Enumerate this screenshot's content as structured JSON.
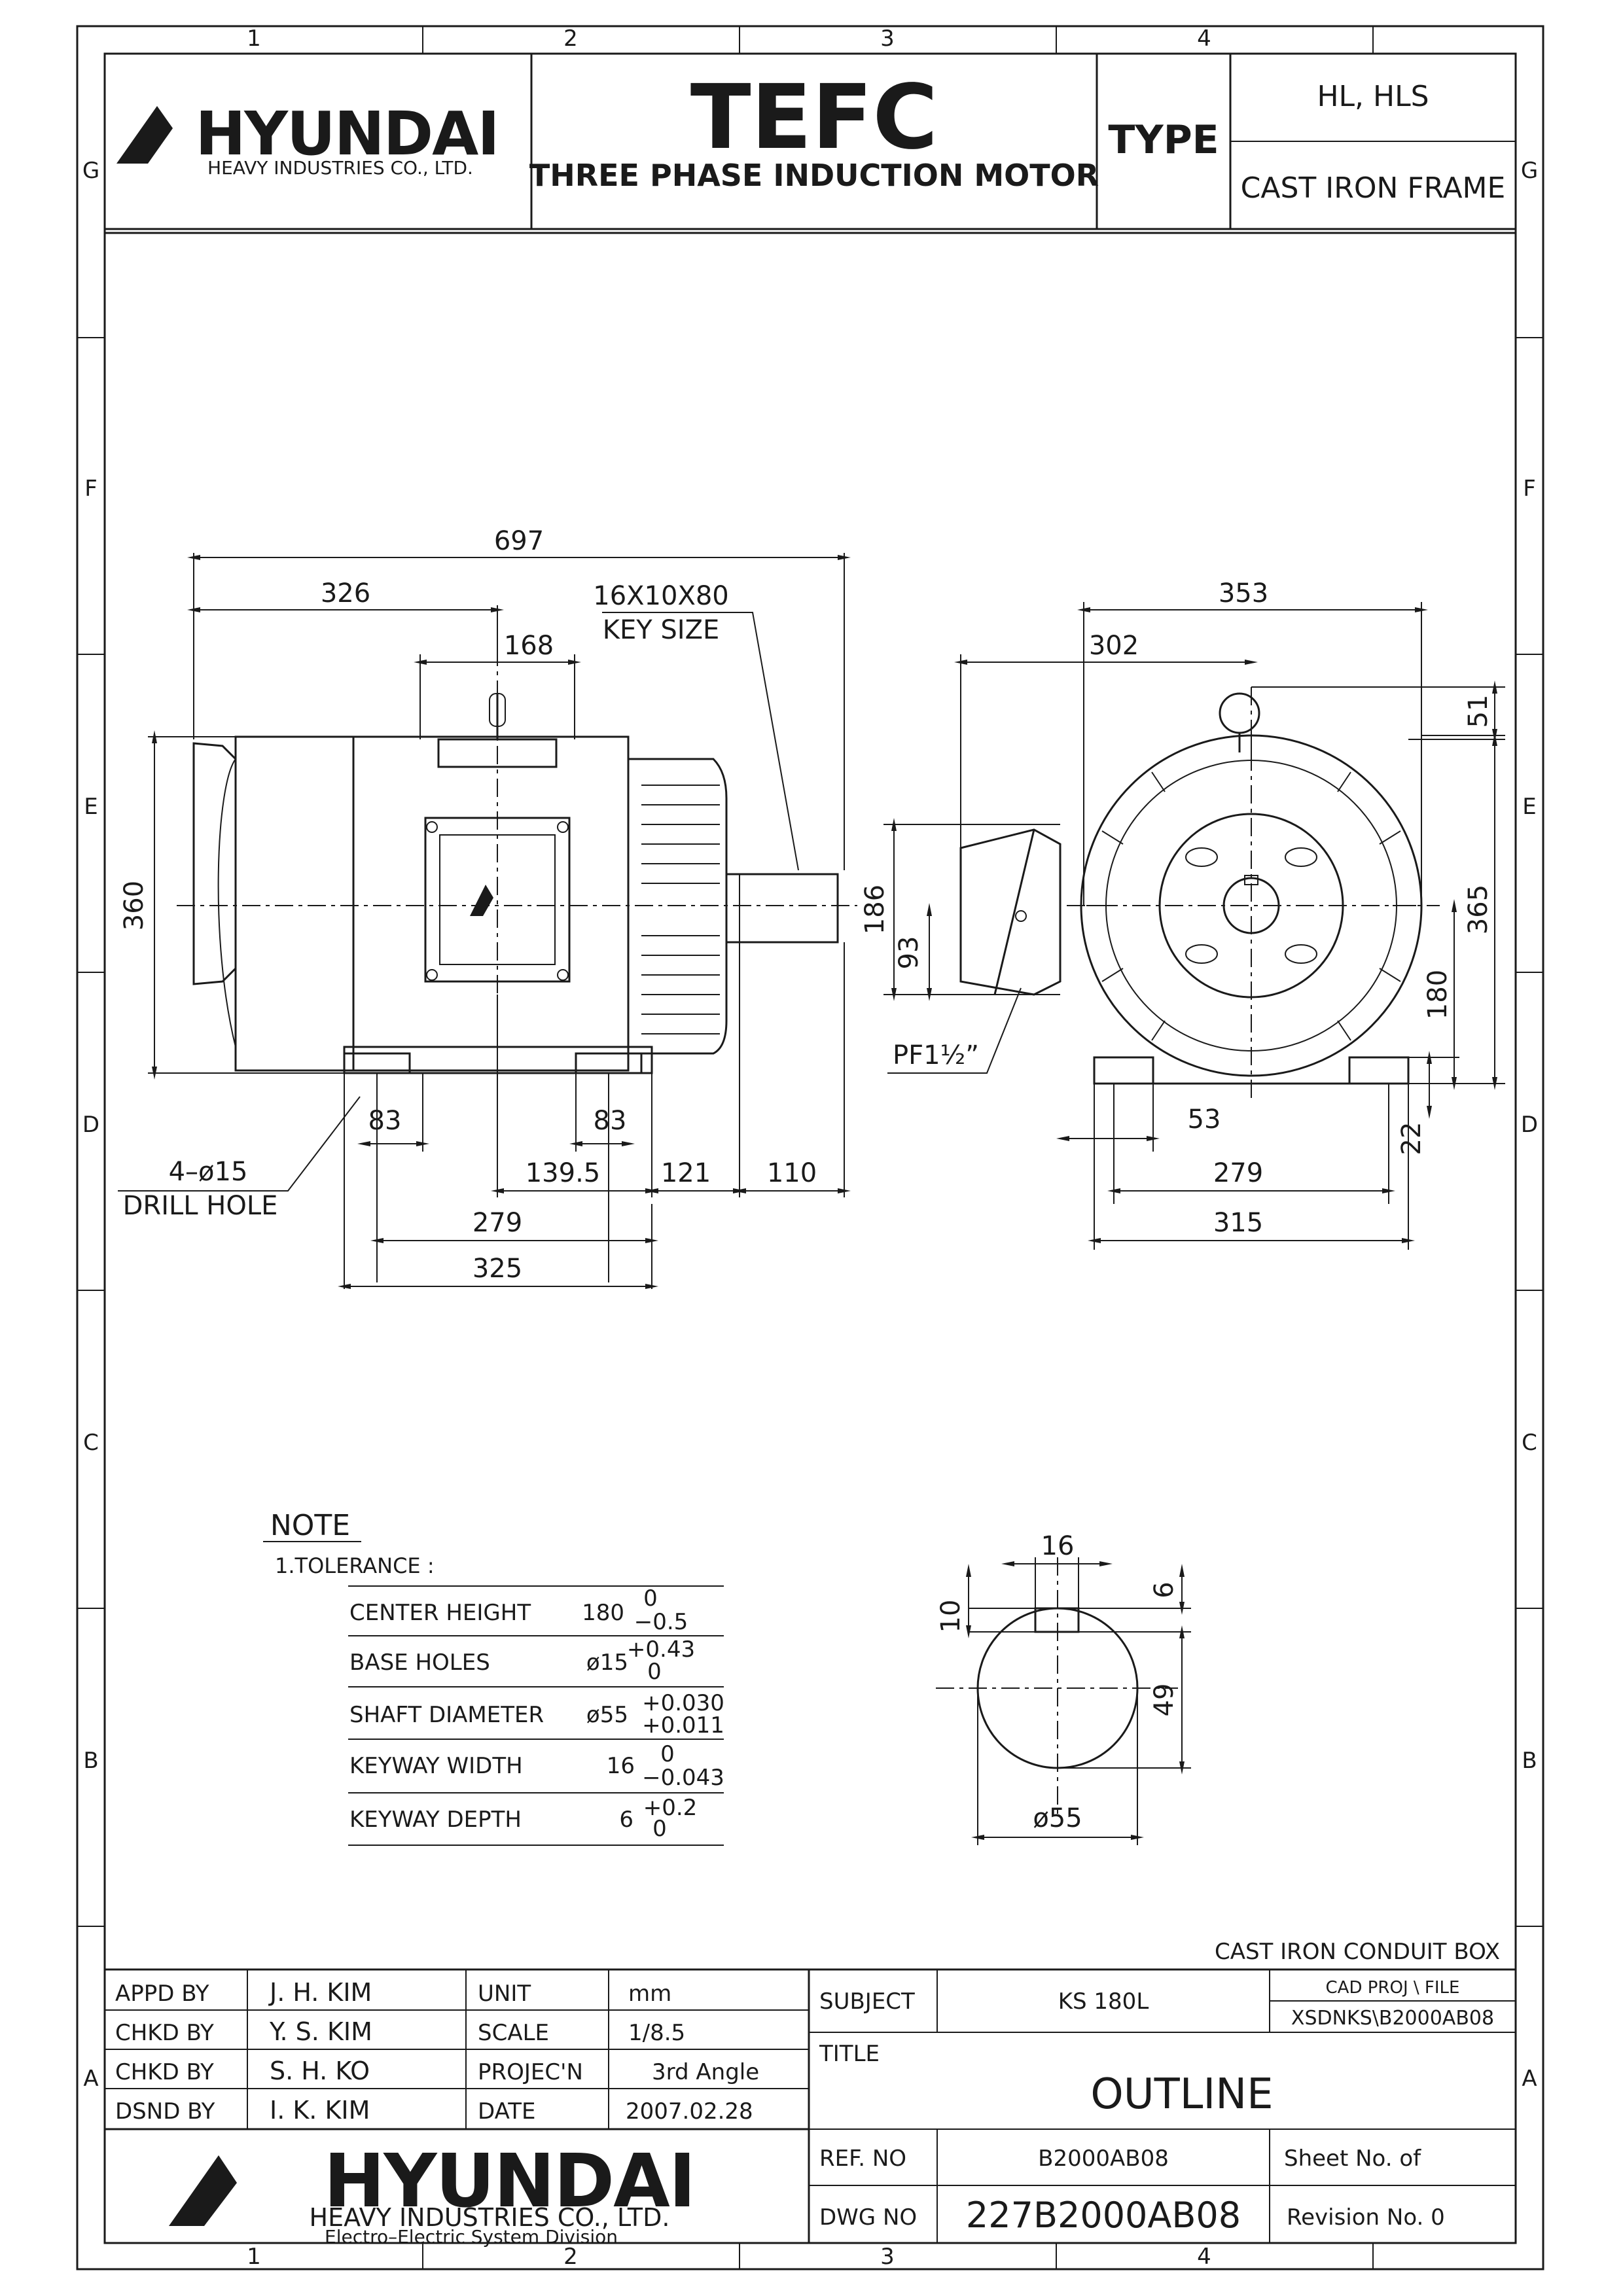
{
  "zone_cols": [
    "1",
    "2",
    "3",
    "4"
  ],
  "zone_rows": [
    "G",
    "F",
    "E",
    "D",
    "C",
    "B",
    "A"
  ],
  "header": {
    "brand": "HYUNDAI",
    "brand_sub": "HEAVY INDUSTRIES CO., LTD.",
    "title_big": "TEFC",
    "title_sub": "THREE PHASE INDUCTION MOTOR",
    "type_label": "TYPE",
    "type_value": "HL, HLS",
    "frame": "CAST IRON FRAME"
  },
  "side_view": {
    "overall": "697",
    "to_center": "326",
    "box_width": "168",
    "key_size_1": "16X10X80",
    "key_size_2": "KEY SIZE",
    "height": "360",
    "foot_left": "83",
    "foot_right": "83",
    "hole_count": "4–ø15",
    "drill_hole": "DRILL HOLE",
    "c_dim": "139.5",
    "shoulder": "121",
    "shaft_len": "110",
    "feet_span": "279",
    "feet_total": "325"
  },
  "end_view": {
    "width_total": "353",
    "box_offset": "302",
    "eye_bolt": "51",
    "box_height": "186",
    "box_center": "93",
    "height_total": "365",
    "center_height": "180",
    "conduit": "PF1½”",
    "foot_width": "53",
    "base_height": "22",
    "feet_span": "279",
    "feet_total": "315"
  },
  "shaft_section": {
    "key_width": "16",
    "key_depth": "6",
    "key_height": "10",
    "to_key": "49",
    "diameter": "ø55"
  },
  "note": {
    "heading": "NOTE",
    "tolerance_label": "1.TOLERANCE :",
    "rows": [
      {
        "label": "CENTER HEIGHT",
        "value": "180",
        "upper": "0",
        "lower": "−0.5"
      },
      {
        "label": "BASE HOLES",
        "value": "ø15",
        "upper": "+0.43",
        "lower": "0"
      },
      {
        "label": "SHAFT DIAMETER",
        "value": "ø55",
        "upper": "+0.030",
        "lower": "+0.011"
      },
      {
        "label": "KEYWAY WIDTH",
        "value": "16",
        "upper": "0",
        "lower": "−0.043"
      },
      {
        "label": "KEYWAY DEPTH",
        "value": "6",
        "upper": "+0.2",
        "lower": "0"
      }
    ]
  },
  "conduit_note": "CAST IRON CONDUIT BOX",
  "title_block": {
    "appd_label": "APPD BY",
    "appd_value": "J. H. KIM",
    "chkd1_label": "CHKD BY",
    "chkd1_value": "Y. S. KIM",
    "chkd2_label": "CHKD BY",
    "chkd2_value": "S. H. KO",
    "dsnd_label": "DSND BY",
    "dsnd_value": "I. K. KIM",
    "unit_label": "UNIT",
    "unit_value": "mm",
    "scale_label": "SCALE",
    "scale_value": "1/8.5",
    "proj_label": "PROJEC'N",
    "proj_value": "3rd Angle",
    "date_label": "DATE",
    "date_value": "2007.02.28",
    "subject_label": "SUBJECT",
    "subject_value": "KS 180L",
    "cad_label": "CAD PROJ   \\ FILE",
    "cad_value": "XSDNKS\\B2000AB08",
    "title_label": "TITLE",
    "title_value": "OUTLINE",
    "ref_label": "REF. NO",
    "ref_value": "B2000AB08",
    "sheet_label": "Sheet No.     of",
    "dwg_label": "DWG NO",
    "dwg_value": "227B2000AB08",
    "rev_label": "Revision No.   0",
    "brand": "HYUNDAI",
    "brand_sub": "HEAVY INDUSTRIES CO., LTD.",
    "division": "Electro–Electric System Division"
  }
}
